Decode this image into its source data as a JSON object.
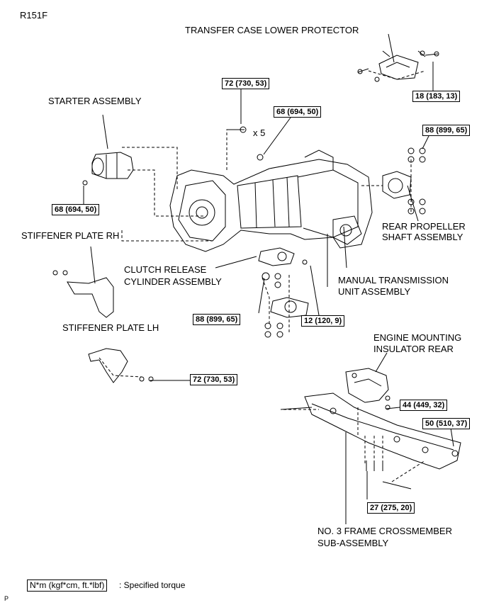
{
  "diagram": {
    "model_code": "R151F",
    "corner_mark": "P",
    "labels": {
      "transfer_case_lower_protector": "TRANSFER CASE LOWER PROTECTOR",
      "starter_assembly": "STARTER ASSEMBLY",
      "stiffener_plate_rh": "STIFFENER PLATE RH",
      "clutch_release_cylinder_1": "CLUTCH RELEASE",
      "clutch_release_cylinder_2": "CYLINDER ASSEMBLY",
      "rear_propeller_shaft_1": "REAR PROPELLER",
      "rear_propeller_shaft_2": "SHAFT ASSEMBLY",
      "manual_transmission_1": "MANUAL TRANSMISSION",
      "manual_transmission_2": "UNIT ASSEMBLY",
      "stiffener_plate_lh": "STIFFENER PLATE LH",
      "engine_mounting_1": "ENGINE MOUNTING",
      "engine_mounting_2": "INSULATOR REAR",
      "frame_crossmember_1": "NO. 3 FRAME CROSSMEMBER",
      "frame_crossmember_2": "SUB-ASSEMBLY",
      "bolt_count": "x 5"
    },
    "torques": {
      "t_18_183_13": "18 (183, 13)",
      "t_72_730_53_top": "72 (730, 53)",
      "t_68_694_50_top": "68 (694, 50)",
      "t_88_899_65_right": "88 (899, 65)",
      "t_68_694_50_left": "68 (694, 50)",
      "t_88_899_65_mid": "88 (899, 65)",
      "t_12_120_9": "12 (120, 9)",
      "t_72_730_53_bottom": "72 (730, 53)",
      "t_44_449_32": "44 (449, 32)",
      "t_50_510_37": "50 (510, 37)",
      "t_27_275_20": "27 (275, 20)"
    },
    "legend": {
      "unit_box": "N*m (kgf*cm, ft.*lbf)",
      "description": ": Specified torque"
    }
  }
}
